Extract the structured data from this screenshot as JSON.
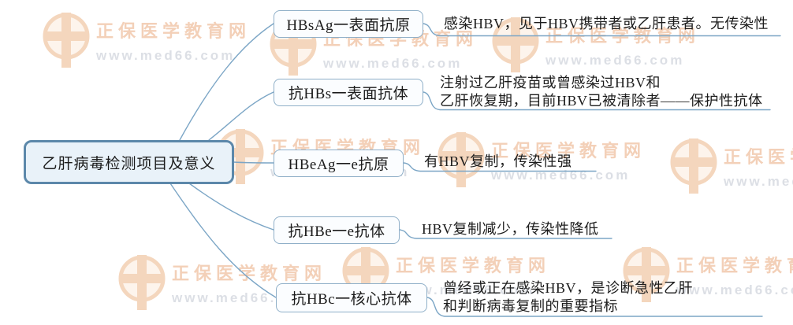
{
  "root": {
    "label": "乙肝病毒检测项目及意义"
  },
  "branches": [
    {
      "label": "HBsAg一表面抗原",
      "desc": [
        "感染HBV，见于HBV携带者或乙肝患者。无传染性"
      ]
    },
    {
      "label": "抗HBs一表面抗体",
      "desc": [
        "注射过乙肝疫苗或曾感染过HBV和",
        "乙肝恢复期，目前HBV已被清除者——保护性抗体"
      ]
    },
    {
      "label": "HBeAg一e抗原",
      "desc": [
        "有HBV复制，传染性强"
      ]
    },
    {
      "label": "抗HBe一e抗体",
      "desc": [
        "HBV复制减少，传染性降低"
      ]
    },
    {
      "label": "抗HBc一核心抗体",
      "desc": [
        "曾经或正在感染HBV，是诊断急性乙肝",
        "和判断病毒复制的重要指标"
      ]
    }
  ],
  "watermark": {
    "brand": "正保医学教育网",
    "url": "www.med66.com",
    "logo_icon": "med66-cross-circle-logo"
  },
  "colors": {
    "root_border": "#5c88aa",
    "root_fill": "#e9f2f9",
    "branch_border": "#8fafc8",
    "branch_fill": "#fbfdff",
    "connector": "#7ca6c6",
    "text": "#1c1c1c",
    "watermark_brand": "#f3d0b8",
    "watermark_url": "#dcdfe5",
    "background": "#ffffff"
  }
}
